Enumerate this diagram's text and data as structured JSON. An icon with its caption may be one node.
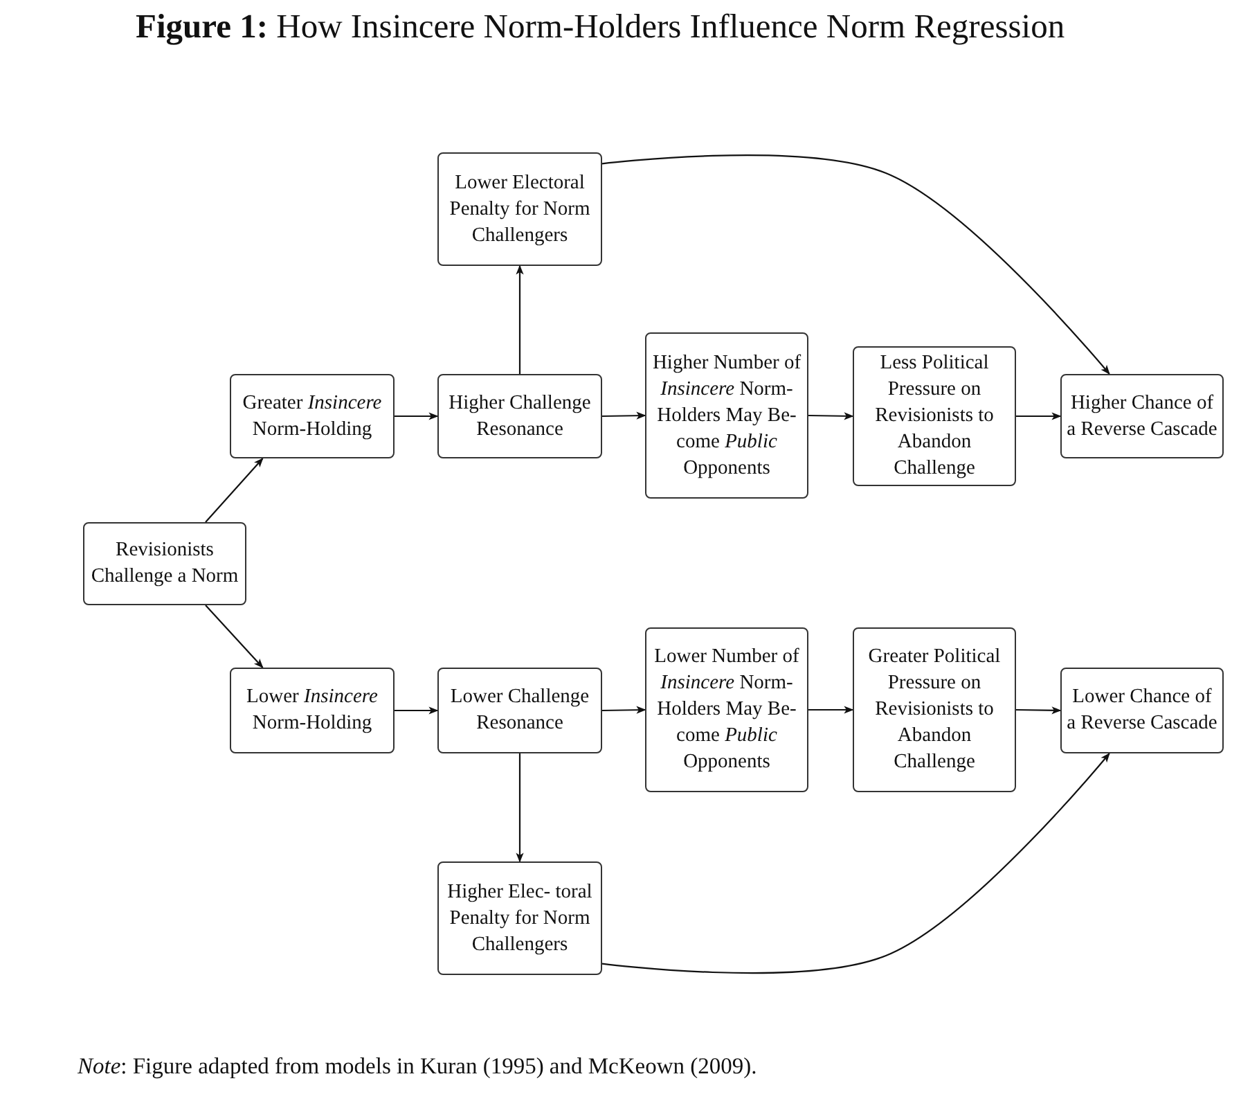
{
  "diagram": {
    "title": "**Figure 1:** How Insincere Norm-Holders Influence Norm Regression",
    "caption": "*Note*: Figure adapted from models in Kuran (1995) and McKeown (2009).",
    "nodes": [
      {
        "text": [
          "Revisionists Challenge a Norm"
        ]
      },
      {
        "text": [
          "Lower Electoral Penalty for Norm Challengers"
        ]
      },
      {
        "text": [
          "Greater *Insincere* Norm-Holding"
        ]
      },
      {
        "text": [
          "Higher Challenge Resonance"
        ]
      },
      {
        "text": [
          "Higher Number of *Insincere* Norm-Holders May Be- come *Public* Opponents"
        ]
      },
      {
        "text": [
          "Less Political Pressure on Revisionists to Abandon Challenge"
        ]
      },
      {
        "text": [
          "Higher Chance of a Reverse Cascade"
        ]
      },
      {
        "text": [
          "Lower *Insincere* Norm-Holding"
        ]
      },
      {
        "text": [
          "Lower Challenge Resonance"
        ]
      },
      {
        "text": [
          "Lower Number of *Insincere* Norm-Holders May Be- come *Public* Opponents"
        ]
      },
      {
        "text": [
          "Greater Political Pressure on Revisionists to Abandon Challenge"
        ]
      },
      {
        "text": [
          "Lower Chance of a Reverse Cascade"
        ]
      },
      {
        "text": [
          "Higher Elec- toral Penalty for Norm Challengers"
        ]
      }
    ],
    "edges": [
      {
        "from": 0,
        "to": 2,
        "arrow": "to"
      },
      {
        "from": 0,
        "to": 7,
        "arrow": "to"
      },
      {
        "from": 2,
        "to": 3,
        "arrow": "to"
      },
      {
        "from": 3,
        "to": 1,
        "arrow": "to"
      },
      {
        "from": 3,
        "to": 4,
        "arrow": "to"
      },
      {
        "from": 4,
        "to": 5,
        "arrow": "to"
      },
      {
        "from": 5,
        "to": 6,
        "arrow": "to"
      },
      {
        "from": 1,
        "to": 6,
        "arrow": "to"
      },
      {
        "from": 7,
        "to": 8,
        "arrow": "to"
      },
      {
        "from": 8,
        "to": 12,
        "arrow": "to"
      },
      {
        "from": 8,
        "to": 9,
        "arrow": "to"
      },
      {
        "from": 9,
        "to": 10,
        "arrow": "to"
      },
      {
        "from": 10,
        "to": 11,
        "arrow": "to"
      },
      {
        "from": 12,
        "to": 11,
        "arrow": "to"
      }
    ]
  }
}
